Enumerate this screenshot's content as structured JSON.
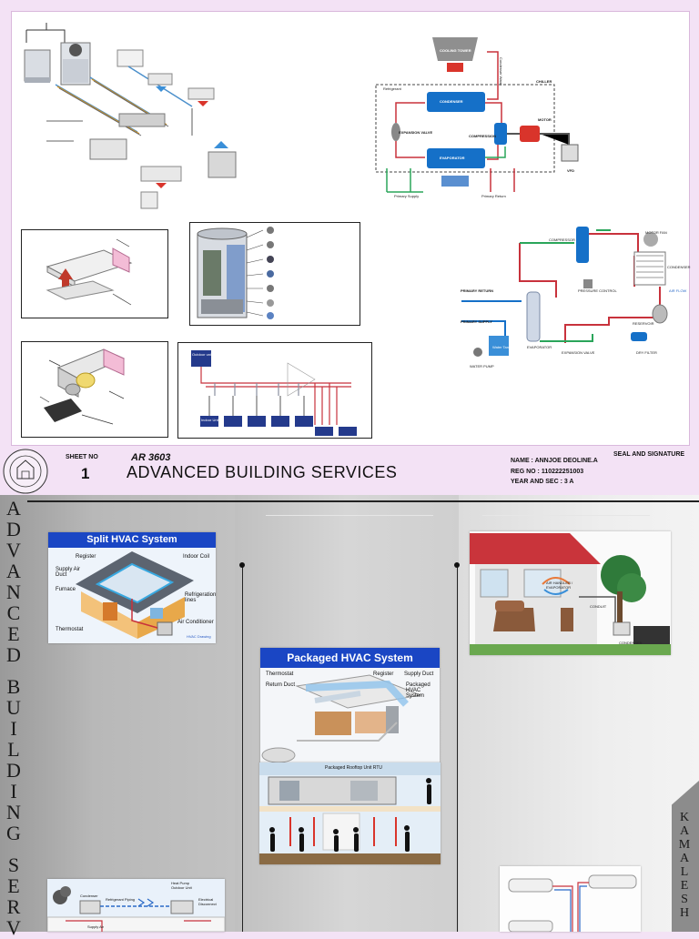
{
  "title_block": {
    "sheet_label": "SHEET NO",
    "sheet_number": "1",
    "course_code": "AR 3603",
    "course_title": "ADVANCED BUILDING SERVICES",
    "name_line": "NAME : ANNJOE DEOLINE.A",
    "reg_line": "REG NO : 110222251003",
    "year_line": "YEAR AND SEC : 3 A",
    "seal_label": "SEAL AND SIGNATURE"
  },
  "side_left_letters": [
    "A",
    "D",
    "V",
    "A",
    "N",
    "C",
    "E",
    "D",
    "",
    "B",
    "U",
    "I",
    "L",
    "D",
    "I",
    "N",
    "G",
    "",
    "S",
    "E",
    "R",
    "V"
  ],
  "side_right_letters": [
    "K",
    "A",
    "M",
    "A",
    "L",
    "E",
    "S",
    "H"
  ],
  "chiller": {
    "cooling_tower": "COOLING TOWER",
    "condenser": "CONDENSER",
    "chiller": "CHILLER",
    "refrigerant": "Refrigerant",
    "condenser_water": "Condenser Water",
    "expansion_valve": "EXPANSION VALVE",
    "compression": "COMPRESSION",
    "motor": "MOTOR",
    "evaporator": "EVAPORATOR",
    "vfd": "VFD",
    "primary_supply": "Primary Supply",
    "primary_return": "Primary Return"
  },
  "dx": {
    "compressor": "COMPRESSOR",
    "motor_fan": "MOTOR FAN",
    "condenser": "CONDENSER",
    "primary_return": "PRIMARY RETURN",
    "pressure_control": "PRESSURE CONTROL",
    "air_flow": "AIR FLOW",
    "primary_supply": "PRIMARY SUPPLY",
    "reservoir": "RESERVOIR",
    "water_tank": "Water Tank",
    "evaporator": "EVAPORATOR",
    "expansion_valve": "EXPANSION VALVE",
    "dry_filter": "DRY FILTER",
    "water_pump": "WATER PUMP"
  },
  "vrf_diagram": {
    "outdoor_unit": "Outdoor unit",
    "indoor_unit": "Indoor Unit"
  },
  "split": {
    "title": "Split HVAC System",
    "register": "Register",
    "indoor_coil": "Indoor Coil",
    "supply_air_duct": "Supply Air Duct",
    "furnace": "Furnace",
    "refrigeration_lines": "Refrigeration lines",
    "thermostat": "Thermostat",
    "air_conditioner": "Air Conditioner",
    "credit": "HVAC Drawing"
  },
  "packaged": {
    "title": "Packaged HVAC System",
    "thermostat": "Thermostat",
    "register": "Register",
    "supply_duct": "Supply Duct",
    "return_duct": "Return Duct",
    "packaged_unit": "Packaged HVAC System",
    "rtu": "Packaged Rooftop Unit RTU"
  },
  "house": {
    "air_handler": "AIR HANDLER / EVAPORATOR",
    "conduit": "CONDUIT",
    "condenser": "CONDENSER"
  },
  "heatpump": {
    "condenser": "Condenser",
    "refrigerant_piping": "Refrigerant Piping",
    "heat_pump": "Heat Pump Outdoor Unit",
    "electrical": "Electrical Disconnect",
    "supply_air": "Supply Air"
  },
  "colors": {
    "banner_blue": "#1a46c4",
    "condenser_blue": "#1570c8",
    "pipe_red": "#c8323c",
    "pipe_green": "#2aa55a",
    "sheet_pink": "#f3e2f5",
    "panel_grey": "#a9a9a9"
  }
}
